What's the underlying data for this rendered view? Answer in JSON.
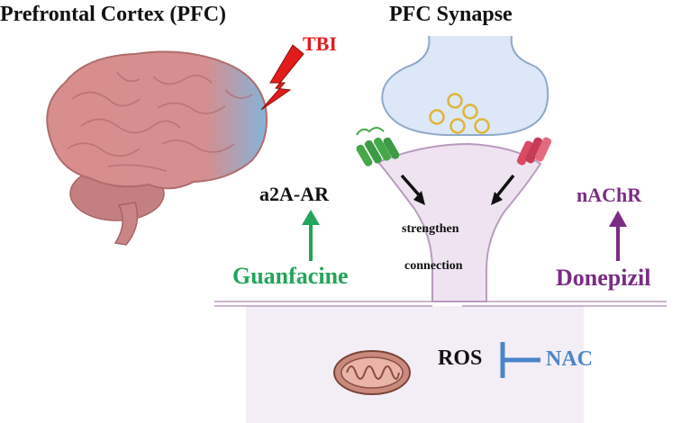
{
  "titles": {
    "left": "Prefrontal Cortex (PFC)",
    "right": "PFC Synapse"
  },
  "labels": {
    "tbi": "TBI",
    "receptor_left": "a2A-AR",
    "drug_left": "Guanfacine",
    "receptor_right": "nAChR",
    "drug_right": "Donepizil",
    "strengthen_line1": "strengthen",
    "strengthen_line2": "connection",
    "ros": "ROS",
    "nac": "NAC"
  },
  "colors": {
    "tbi": "#e31b1b",
    "guanfacine": "#22a55a",
    "donepizil": "#7b2c83",
    "nac": "#4a86c8",
    "brain": "#d98f8c",
    "pfc_region": "#8fb4d6",
    "synapse_pre": "#dce8f7",
    "synapse_post": "#efe3f1",
    "vesicle": "#e0b437",
    "receptor_left": "#45a84a",
    "receptor_right": "#d94a63",
    "cell_box": "#f3eef6",
    "mitochondrion": "#c98a7d"
  },
  "icons": {
    "brain": "brain-icon",
    "lightning": "lightning-bolt-icon",
    "mitochondrion": "mitochondrion-icon",
    "receptor_left": "alpha2a-receptor-icon",
    "receptor_right": "nachr-receptor-icon"
  }
}
